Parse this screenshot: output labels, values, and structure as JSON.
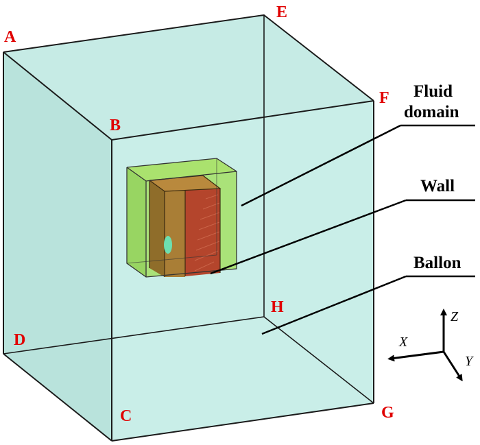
{
  "vertices": {
    "A": "A",
    "B": "B",
    "C": "C",
    "D": "D",
    "E": "E",
    "F": "F",
    "G": "G",
    "H": "H"
  },
  "callouts": {
    "fluid_domain_line1": "Fluid",
    "fluid_domain_line2": "domain",
    "wall": "Wall",
    "ballon": "Ballon"
  },
  "axes": {
    "x": "X",
    "y": "Y",
    "z": "Z"
  },
  "colors": {
    "ballon_fill": "#bfe8e0",
    "ballon_front": "#c7ece6",
    "fluid_fill": "#9fe05a",
    "wall_fill": "#b07a3a",
    "wall_front": "#b5452a",
    "vertex_label": "#e00000"
  }
}
